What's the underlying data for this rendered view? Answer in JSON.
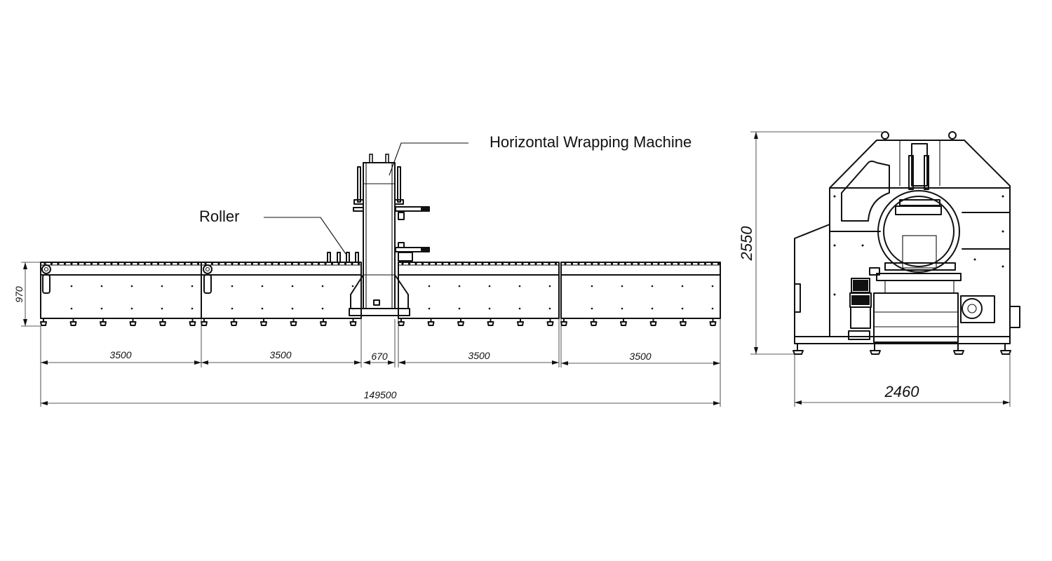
{
  "labels": {
    "machine": "Horizontal Wrapping Machine",
    "roller": "Roller"
  },
  "side_view": {
    "height_dim": "970",
    "segment_dims": [
      "3500",
      "3500",
      "670",
      "3500",
      "3500"
    ],
    "overall_dim": "149500"
  },
  "end_view": {
    "height_dim": "2550",
    "width_dim": "2460"
  }
}
